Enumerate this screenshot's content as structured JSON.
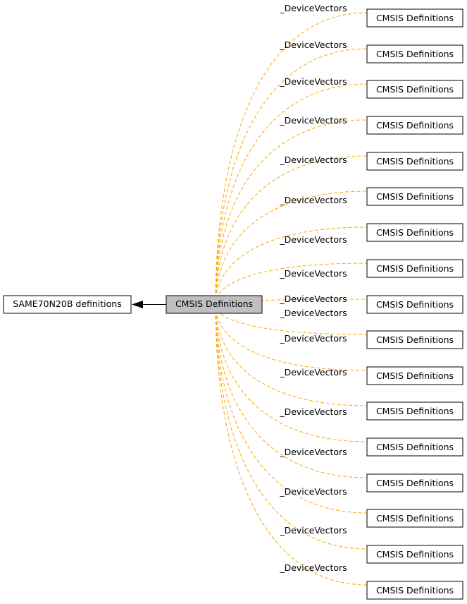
{
  "parent": {
    "label": "SAME70N20B definitions"
  },
  "center": {
    "label": "CMSIS Definitions"
  },
  "edge_label": "_DeviceVectors",
  "children": [
    "CMSIS Definitions",
    "CMSIS Definitions",
    "CMSIS Definitions",
    "CMSIS Definitions",
    "CMSIS Definitions",
    "CMSIS Definitions",
    "CMSIS Definitions",
    "CMSIS Definitions",
    "CMSIS Definitions",
    "CMSIS Definitions",
    "CMSIS Definitions",
    "CMSIS Definitions",
    "CMSIS Definitions",
    "CMSIS Definitions",
    "CMSIS Definitions",
    "CMSIS Definitions",
    "CMSIS Definitions"
  ],
  "colors": {
    "edge": "#ffa500",
    "center_fill": "#bfbfbf",
    "node_border": "#000000",
    "arrow": "#000000"
  }
}
